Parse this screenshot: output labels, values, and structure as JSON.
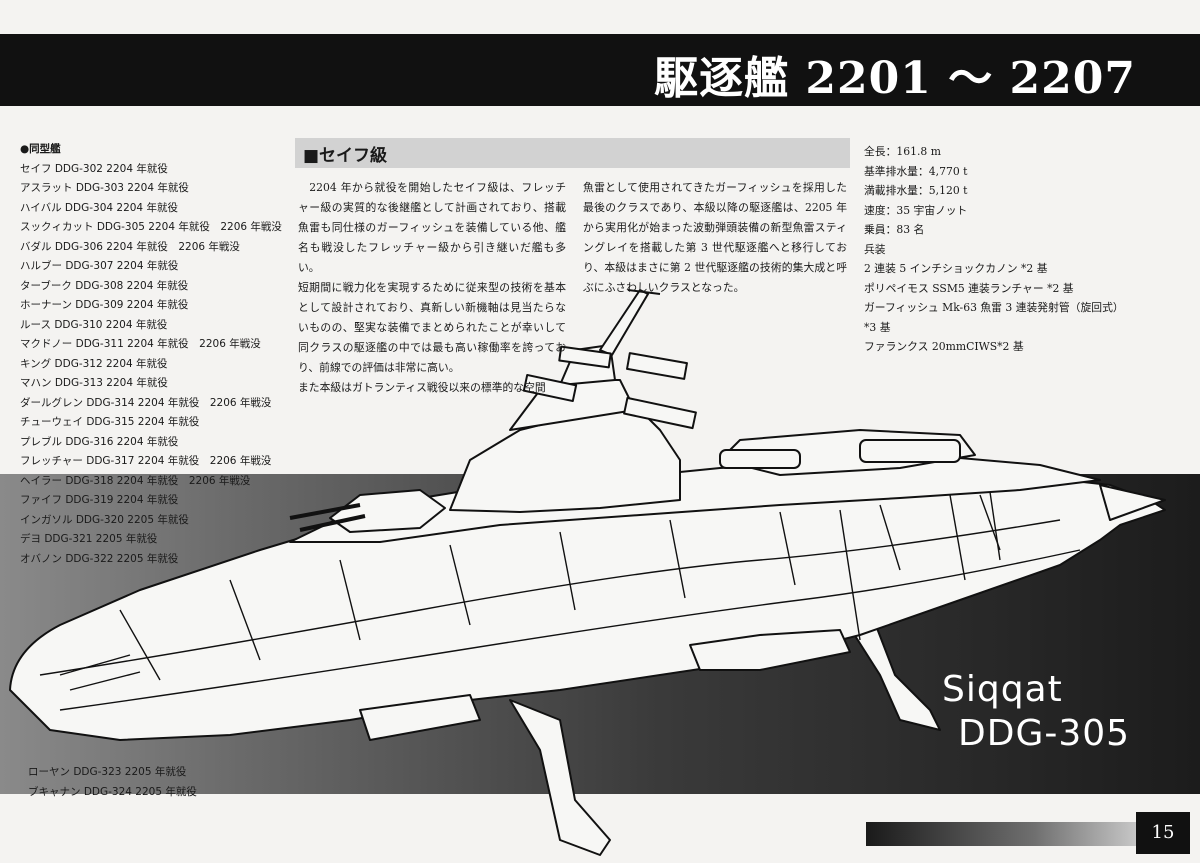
{
  "header": {
    "title": "駆逐艦 2201 ～ 2207"
  },
  "ship_list": {
    "heading": "●同型艦",
    "items": [
      "セイフ DDG-302 2204 年就役",
      "アスラット DDG-303 2204 年就役",
      "ハイバル DDG-304 2204 年就役",
      "スックィカット DDG-305 2204 年就役　2206 年戦没",
      "バダル DDG-306 2204 年就役　2206 年戦没",
      "ハルブー DDG-307 2204 年就役",
      "ターブーク DDG-308 2204 年就役",
      "ホーナーン DDG-309 2204 年就役",
      "ルース DDG-310 2204 年就役",
      "マクドノー DDG-311 2204 年就役　2206 年戦没",
      "キング DDG-312 2204 年就役",
      "マハン DDG-313 2204 年就役",
      "ダールグレン DDG-314 2204 年就役　2206 年戦没",
      "チューウェイ DDG-315 2204 年就役",
      "プレブル DDG-316 2204 年就役",
      "フレッチャー DDG-317 2204 年就役　2206 年戦没",
      "ヘイラー DDG-318 2204 年就役　2206 年戦没",
      "ファイフ DDG-319 2204 年就役",
      "インガソル DDG-320 2205 年就役",
      "デヨ DDG-321 2205 年就役",
      "オバノン DDG-322 2205 年就役"
    ],
    "bottom_items": [
      "ローヤン DDG-323 2205 年就役",
      "ブキャナン DDG-324 2205 年就役"
    ]
  },
  "section": {
    "title": "■セイフ級",
    "col1": [
      "　2204 年から就役を開始したセイフ級は、フレッチャー級の実質的な後継艦として計画されており、搭載魚雷も同仕様のガーフィッシュを装備している他、艦名も戦没したフレッチャー級から引き継いだ艦も多い。",
      "短期間に戦力化を実現するために従来型の技術を基本として設計されており、真新しい新機軸は見当たらないものの、堅実な装備でまとめられたことが幸いして同クラスの駆逐艦の中では最も高い稼働率を誇っており、前線での評価は非常に高い。",
      "また本級はガトランティス戦役以来の標準的な空間"
    ],
    "col2": [
      "魚雷として使用されてきたガーフィッシュを採用した最後のクラスであり、本級以降の駆逐艦は、2205 年から実用化が始まった波動弾頭装備の新型魚雷スティングレイを搭載した第 3 世代駆逐艦へと移行しており、本級はまさに第 2 世代駆逐艦の技術的集大成と呼ぶにふさわしいクラスとなった。"
    ]
  },
  "specs": [
    "全長：161.8 m",
    "基準排水量：4,770 t",
    "満載排水量：5,120 t",
    "速度：35 宇宙ノット",
    "乗員：83 名",
    "兵装",
    "2 連装 5 インチショックカノン *2 基",
    "ポリペイモス SSM5 連装ランチャー *2 基",
    "ガーフィッシュ Mk-63 魚雷 3 連装発射管（旋回式）",
    "*3 基",
    "ファランクス 20mmCIWS*2 基"
  ],
  "callout": {
    "line1": "Siqqat",
    "line2": "DDG-305"
  },
  "page_number": "15",
  "colors": {
    "band": "#111111",
    "paper": "#f4f3f1",
    "title_bar": "#d2d2d2"
  }
}
